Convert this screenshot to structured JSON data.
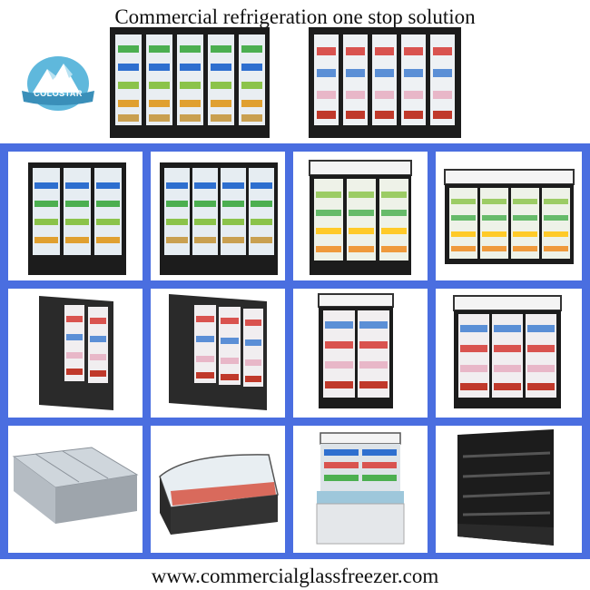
{
  "header": {
    "title": "Commercial refrigeration one stop solution"
  },
  "logo": {
    "text": "COLOSTAR",
    "accent": "#3a9fc9"
  },
  "footer": {
    "url": "www.commercialglassfreezer.com"
  },
  "colors": {
    "grid_border": "#4a6ee0",
    "cabinet": "#1c1c1c",
    "glass": "#dfe9f0"
  }
}
